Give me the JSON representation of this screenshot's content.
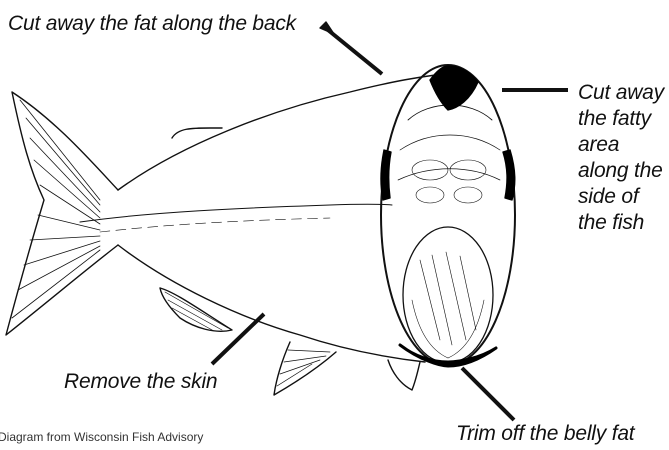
{
  "labels": {
    "back": "Cut away the fat along the back",
    "side": [
      "Cut away",
      "the fatty",
      "area",
      "along the",
      "side of",
      "the fish"
    ],
    "skin": "Remove the skin",
    "belly": "Trim off the belly fat"
  },
  "credit": "Diagram from Wisconsin Fish Advisory",
  "colors": {
    "ink": "#111111",
    "fat": "#000000",
    "paper": "#ffffff"
  }
}
